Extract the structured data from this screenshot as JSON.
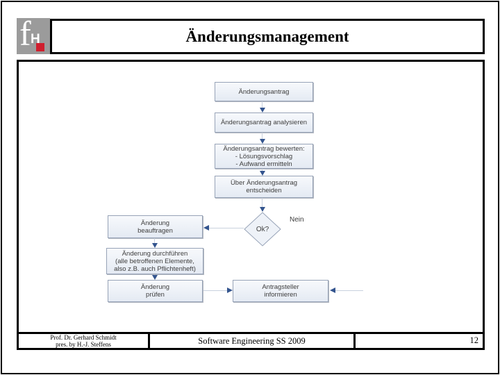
{
  "slide": {
    "title": "Änderungsmanagement",
    "logo": {
      "f": "f",
      "h": "H"
    },
    "footer": {
      "author_line1": "Prof. Dr. Gerhard Schmidt",
      "author_line2": "pres. by H.-J. Steffens",
      "course": "Software Engineering SS 2009",
      "page_number": "12"
    }
  },
  "flowchart": {
    "nodes": {
      "antrag": {
        "line1": "Änderungsantrag"
      },
      "analysieren": {
        "line1": "Änderungsantrag analysieren"
      },
      "bewerten": {
        "line1": "Änderungsantrag bewerten:",
        "line2": "- Lösungsvorschlag",
        "line3": "- Aufwand ermitteln"
      },
      "entscheiden": {
        "line1": "Über Änderungsantrag",
        "line2": "entscheiden"
      },
      "decision": {
        "line1": "Ok?"
      },
      "beauftragen": {
        "line1": "Änderung",
        "line2": "beauftragen"
      },
      "durchfuehren": {
        "line1": "Änderung durchführen",
        "line2": "(alle betroffenen Elemente,",
        "line3": "also z.B. auch Pflichtenheft)"
      },
      "pruefen": {
        "line1": "Änderung",
        "line2": "prüfen"
      },
      "informieren": {
        "line1": "Antragsteller",
        "line2": "informieren"
      }
    },
    "labels": {
      "no_branch": "Nein"
    },
    "colors": {
      "box_fill_top": "#f7f9fc",
      "box_fill_bottom": "#e4eaf3",
      "box_border": "#97a3b7",
      "arrow_head": "#33548e",
      "arrow_stem": "#c9d1de",
      "node_text": "#3d3d3d",
      "logo_gray": "#9b9b9b",
      "logo_red": "#cf1f2e",
      "slide_border": "#000000"
    }
  }
}
